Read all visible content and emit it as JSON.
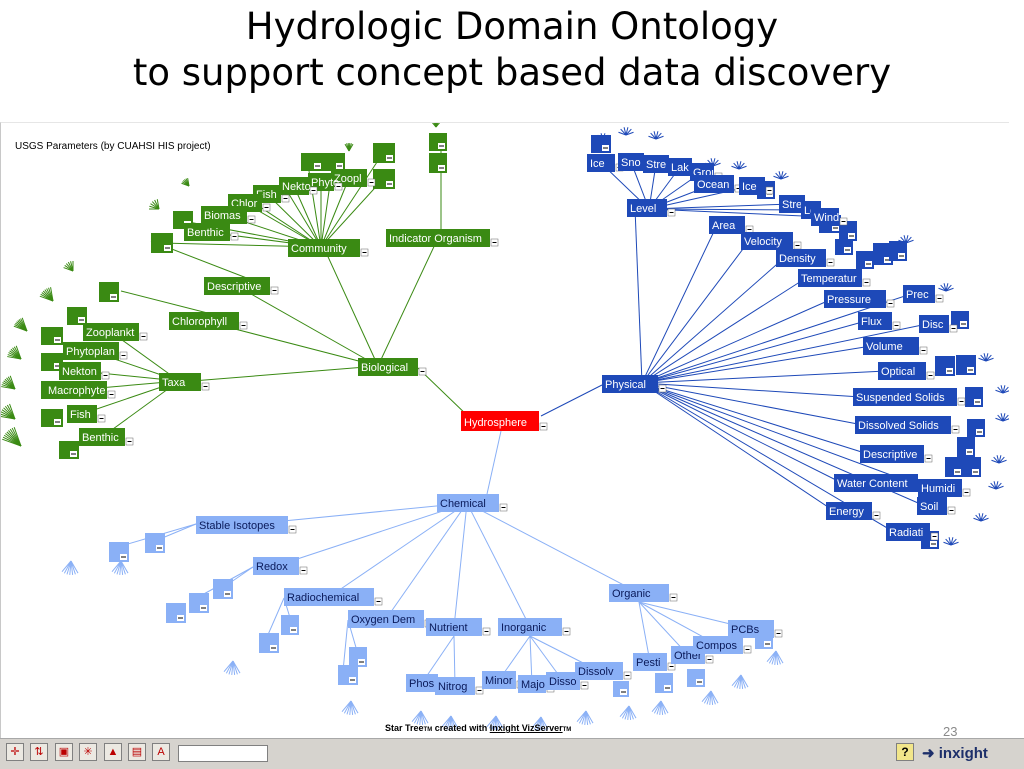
{
  "title": {
    "line1": "Hydrologic Domain Ontology",
    "line2": "to support concept based data discovery"
  },
  "viz": {
    "caption": "USGS Parameters (by CUAHSI HIS project)",
    "credit": {
      "prefix": "Star Tree",
      "tm1": "TM",
      "created": " created with ",
      "link": "Inxight VizServer",
      "tm2": "TM"
    }
  },
  "page_number": "23",
  "toolbar": {
    "buttons": [
      "home-icon",
      "expand-icon",
      "collapse-icon",
      "star-icon",
      "layout-icon",
      "print-icon",
      "font-icon"
    ],
    "help_icon": "help-icon",
    "brand": "inxight"
  },
  "colors": {
    "root": "#ff0000",
    "biological": "#3a8a13",
    "physical": "#1e49b8",
    "chemical": "#8ab0f6",
    "minus": "#ffffff"
  },
  "tree": {
    "root": "Hydrosphere",
    "biological": {
      "label": "Biological",
      "children": [
        "Community",
        "Indicator Organism",
        "Descriptive",
        "Chlorophyll",
        "Taxa"
      ],
      "community": [
        "Zoopl",
        "Phyto",
        "Nekto",
        "Fish",
        "Chlor",
        "Biomas",
        "Benthic"
      ],
      "taxa": [
        "Zooplankt",
        "Phytoplan",
        "Nekton",
        "Macrophyte",
        "Fish",
        "Benthic"
      ]
    },
    "physical": {
      "label": "Physical",
      "level_children": [
        "Ice",
        "Sno",
        "Stre",
        "Lak",
        "Grou",
        "Ocean",
        "Ice",
        "Stre",
        "Lo",
        "Wind"
      ],
      "children": [
        "Level",
        "Area",
        "Velocity",
        "Density",
        "Temperatur",
        "Pressure",
        "Prec",
        "Flux",
        "Disc",
        "Volume",
        "Optical",
        "Suspended Solids",
        "Dissolved Solids",
        "Descriptive",
        "Water Content",
        "Humidi",
        "Soil",
        "Energy",
        "Radiati"
      ]
    },
    "chemical": {
      "label": "Chemical",
      "children": [
        "Stable Isotopes",
        "Redox",
        "Radiochemical",
        "Oxygen Dem",
        "Nutrient",
        "Inorganic",
        "Organic"
      ],
      "nutrient": [
        "Phos",
        "Nitrog"
      ],
      "inorganic": [
        "Minor",
        "Majo",
        "Disso",
        "Dissolv"
      ],
      "organic": [
        "Pesti",
        "Other",
        "Compos",
        "PCBs"
      ]
    }
  }
}
